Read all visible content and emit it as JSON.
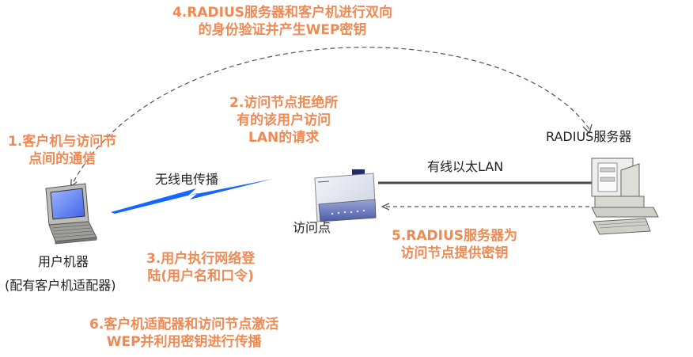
{
  "colors": {
    "step_text": "#f08a55",
    "label_text": "#222222",
    "wireless_bolt": "#1565ff",
    "ethernet_line": "#4a4a4a",
    "dashed_arrow": "#555555"
  },
  "steps": {
    "step4": [
      "4.RADIUS服务器和客户机进行双向",
      "的身份验证并产生WEP密钥"
    ],
    "step1": [
      "1.客户机与访问节",
      "点间的通信"
    ],
    "step2": [
      "2.访问节点拒绝所",
      "有的该用户访问",
      "LAN的请求"
    ],
    "step3": [
      "3.用户执行网络登",
      "陆(用户名和口令)"
    ],
    "step5": [
      "5.RADIUS服务器为",
      "访问节点提供密钥"
    ],
    "step6": [
      "6.客户机适配器和访问节点激活",
      "WEP并利用密钥进行传播"
    ]
  },
  "labels": {
    "radius_server": "RADIUS服务器",
    "ethernet": "有线以太LAN",
    "wireless": "无线电传播",
    "access_point": "访问点",
    "user_machine": "用户机器",
    "client_adapter": "(配有客户机适配器)"
  },
  "icons": {
    "laptop": "laptop-icon",
    "access_point": "access-point-icon",
    "server": "server-computer-icon"
  }
}
